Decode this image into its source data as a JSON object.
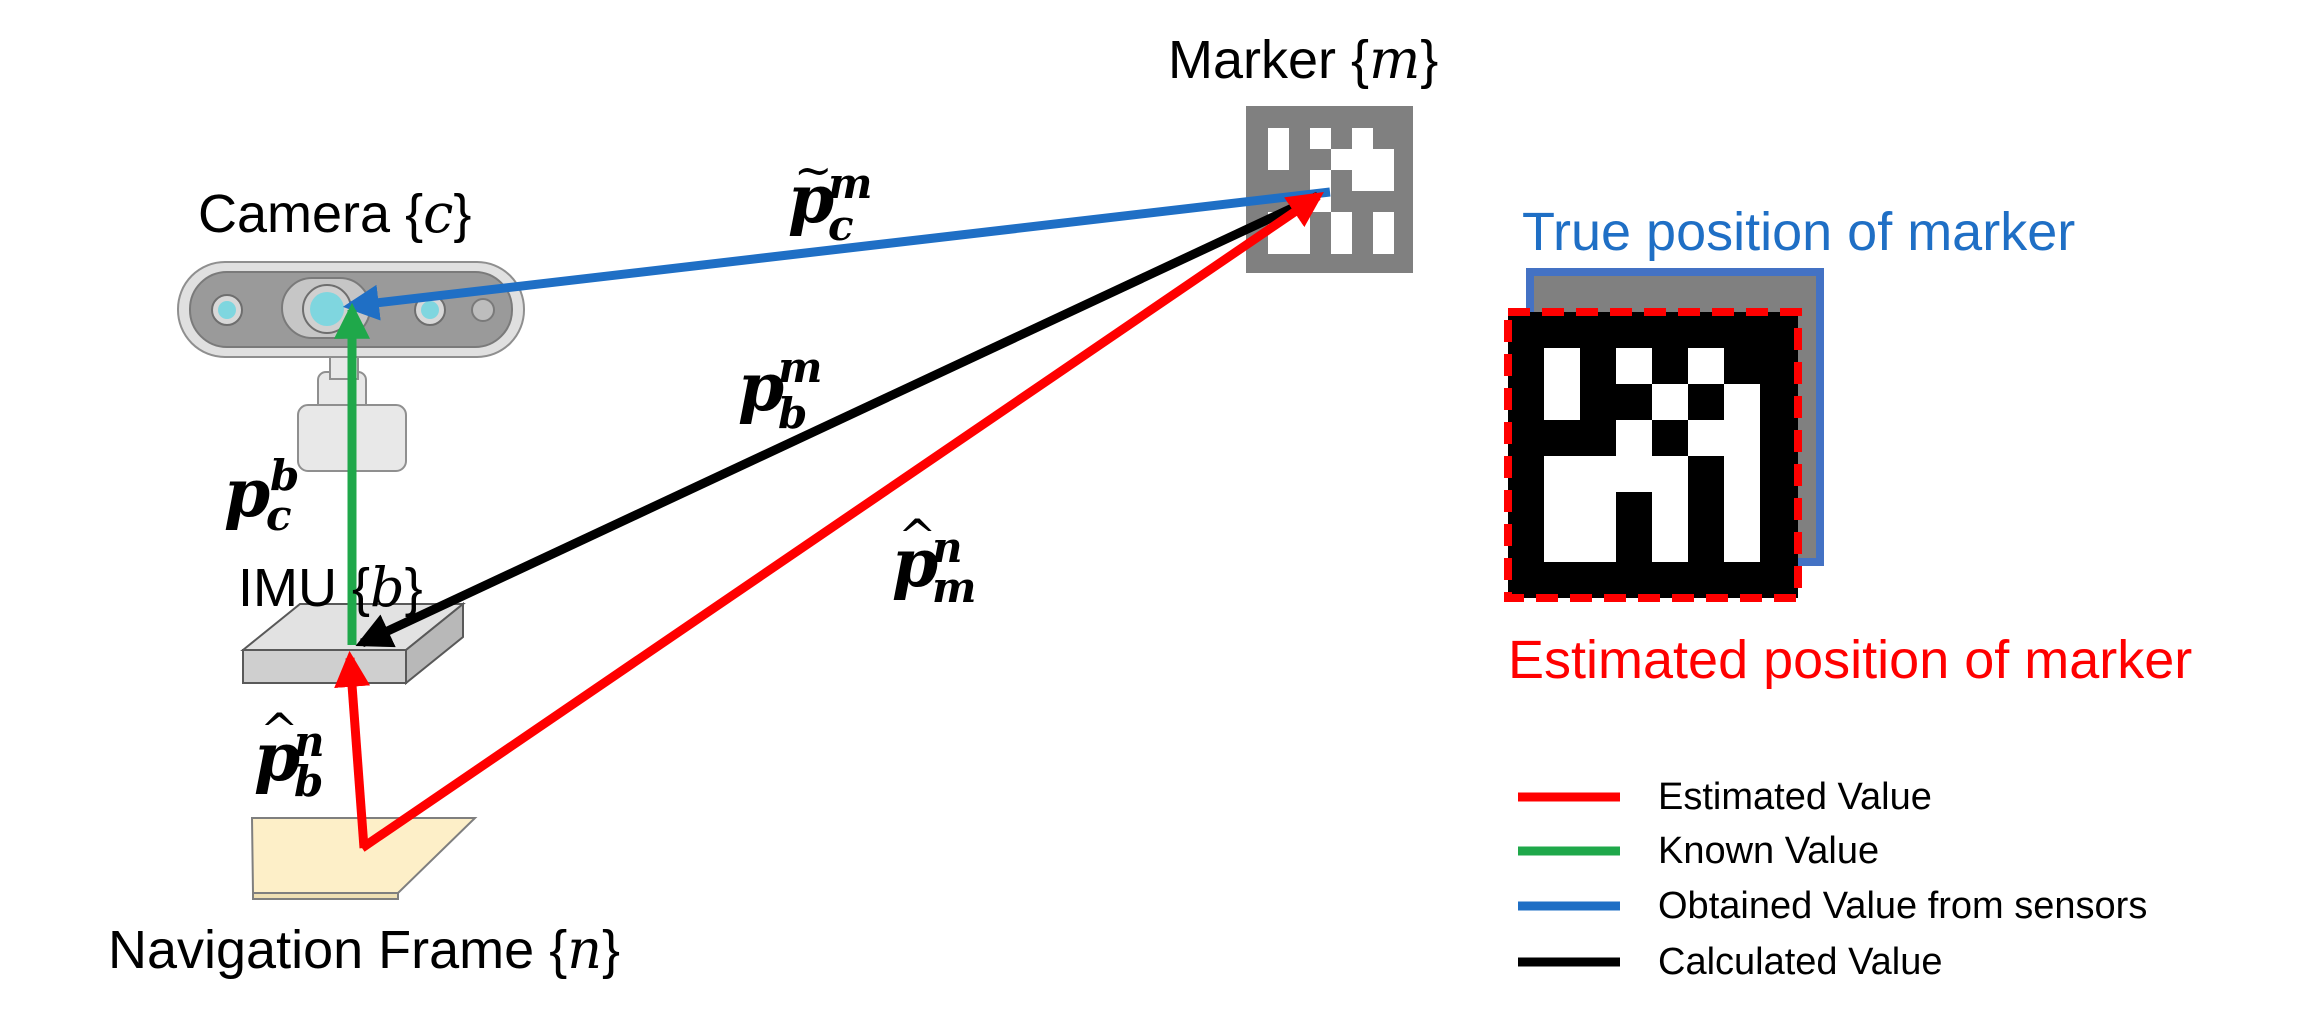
{
  "frames": {
    "marker": {
      "name": "Marker",
      "symbol": "m"
    },
    "camera": {
      "name": "Camera",
      "symbol": "c"
    },
    "imu": {
      "name": "IMU",
      "symbol": "b"
    },
    "navigation": {
      "name": "Navigation Frame",
      "symbol": "n"
    }
  },
  "vectors": {
    "camera_marker": {
      "accent": "~",
      "base": "p",
      "sub": "c",
      "sup": "m",
      "color": "#1f6fc5"
    },
    "imu_marker": {
      "accent": "",
      "base": "p",
      "sub": "b",
      "sup": "m",
      "color": "#000000"
    },
    "imu_camera": {
      "accent": "",
      "base": "p",
      "sub": "c",
      "sup": "b",
      "color": "#1fa84a"
    },
    "nav_marker": {
      "accent": "^",
      "base": "p",
      "sub": "m",
      "sup": "n",
      "color": "#ff0000"
    },
    "nav_imu": {
      "accent": "^",
      "base": "p",
      "sub": "b",
      "sup": "n",
      "color": "#ff0000"
    }
  },
  "marker_panel": {
    "true_label": "True position of marker",
    "estimated_label": "Estimated position of marker",
    "true_color": "#1f6fc5",
    "estimated_color": "#ff0000"
  },
  "legend": [
    {
      "label": "Estimated Value",
      "color": "#ff0000"
    },
    {
      "label": "Known Value",
      "color": "#1fa84a"
    },
    {
      "label": "Obtained Value from sensors",
      "color": "#1f6fc5"
    },
    {
      "label": "Calculated Value",
      "color": "#000000"
    }
  ]
}
